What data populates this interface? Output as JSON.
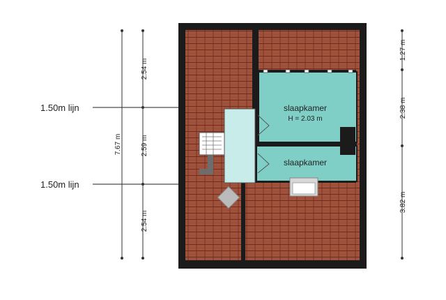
{
  "rooms": [
    {
      "name": "slaapkamer",
      "height": "H = 2.03 m"
    },
    {
      "name": "slaapkamer"
    }
  ],
  "lines": [
    {
      "label": "1.50m lijn"
    },
    {
      "label": "1.50m lijn"
    }
  ],
  "dimensions": {
    "left_total": "7.67 m",
    "left_segments": [
      "2.54 m",
      "2.59 m",
      "2.54 m"
    ],
    "right_segments": [
      "1.27 m",
      "2.38 m",
      "3.82 m"
    ]
  },
  "colors": {
    "roof_tile": "#a0523d",
    "tile_line": "#6e2d1e",
    "room_fill": "#7fcfc6",
    "stair_fill": "#c8ece9",
    "wall": "#1b1b1b"
  }
}
